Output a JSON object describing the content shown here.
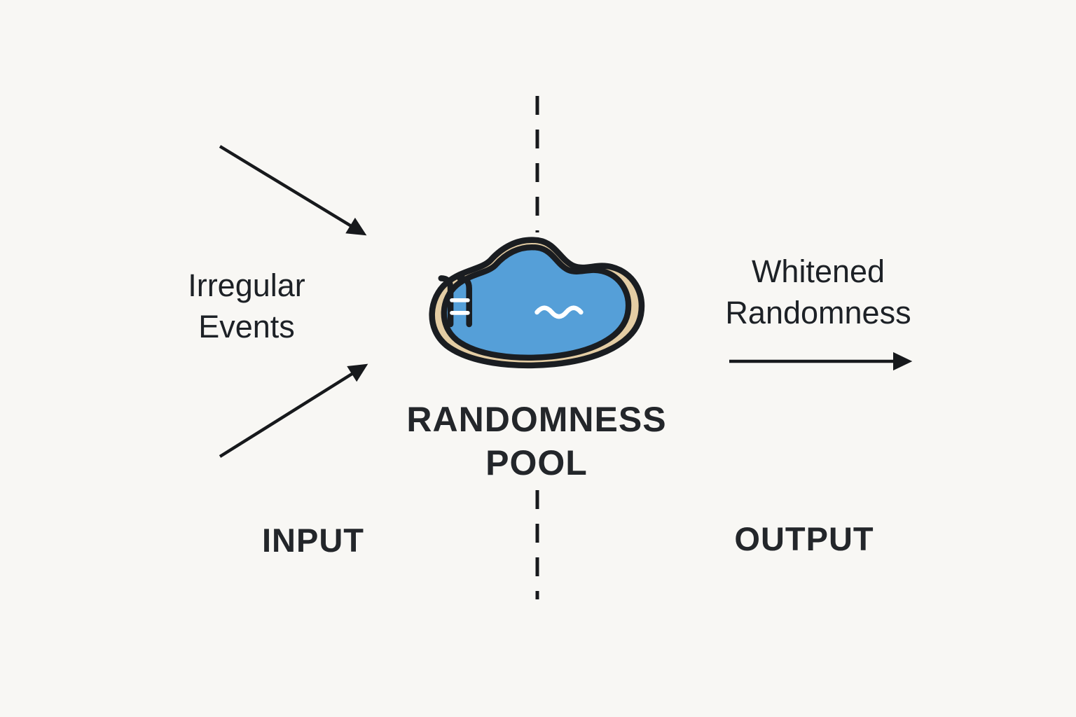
{
  "diagram": {
    "title_semantic": "randomness-pool-flow-diagram",
    "labels": {
      "source": "Irregular\nEvents",
      "result": "Whitened\nRandomness",
      "pool": "RANDOMNESS\nPOOL",
      "input": "INPUT",
      "output": "OUTPUT"
    },
    "icons": [
      "pool-icon",
      "input-arrow-top-icon",
      "input-arrow-bottom-icon",
      "output-arrow-icon",
      "dashed-divider-top-icon",
      "dashed-divider-bottom-icon"
    ],
    "colors": {
      "background": "#f8f7f4",
      "ink": "#1d2126",
      "pool_water": "#559fd8",
      "pool_deck": "#e4cda4",
      "wave": "#ffffff"
    }
  }
}
